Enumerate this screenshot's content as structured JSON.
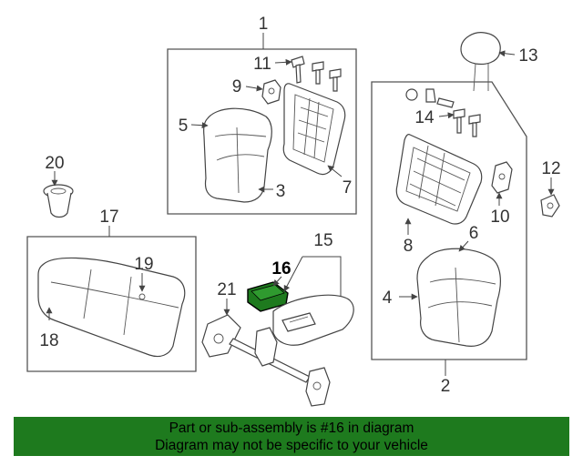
{
  "callouts": {
    "c1": "1",
    "c2": "2",
    "c3": "3",
    "c4": "4",
    "c5": "5",
    "c6": "6",
    "c7": "7",
    "c8": "8",
    "c9": "9",
    "c10": "10",
    "c11": "11",
    "c12": "12",
    "c13": "13",
    "c14": "14",
    "c15": "15",
    "c16": "16",
    "c17": "17",
    "c18": "18",
    "c19": "19",
    "c20": "20",
    "c21": "21"
  },
  "highlight": {
    "part_number": "16",
    "color": "#1e7a1e"
  },
  "banner": {
    "line1": "Part or sub-assembly is #16 in diagram",
    "line2": "Diagram may not be specific to your vehicle",
    "background": "#1e7a1e"
  }
}
